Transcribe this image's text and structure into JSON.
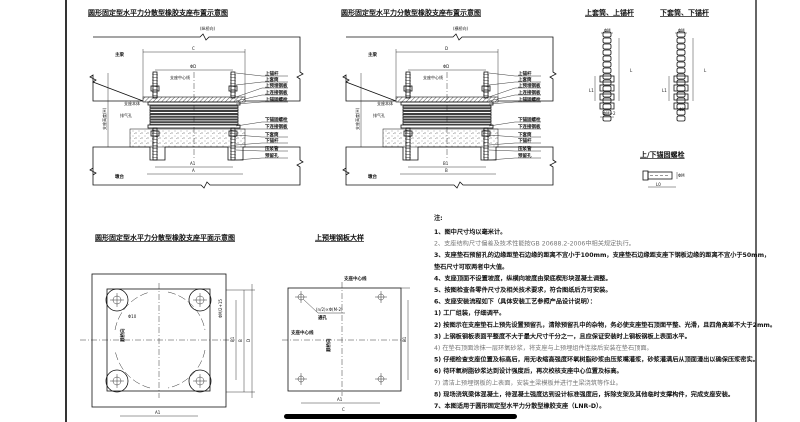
{
  "drawing": {
    "elevation_longitudinal": {
      "title": "圆形固定型水平力分散型橡胶支座布置示意图",
      "subtitle": "(纵桥向)",
      "beam_label": "主梁",
      "pier_label": "墩台",
      "dim_top": "C",
      "dim_diameter": "ΦD",
      "dim_inner": "A1",
      "dim_outer": "A",
      "centerline_label": "支座中心线",
      "body_label": "支座本体",
      "vent_label": "排气孔",
      "height_label": "支座高度(H)"
    },
    "elevation_transverse": {
      "title": "圆形固定型水平力分散型橡胶支座布置示意图",
      "subtitle": "(横桥向)",
      "beam_label": "主梁",
      "pier_label": "墩台",
      "dim_top": "D",
      "dim_diameter": "ΦD",
      "dim_inner": "B1",
      "dim_outer": "B",
      "centerline_label": "支座中心线",
      "body_label": "支座本体",
      "vent_label": "排气孔",
      "height_label": "支座高度(H)"
    },
    "part_labels": [
      "上锚杆",
      "上套筒",
      "上预埋钢板",
      "上连接钢板",
      "上锚固螺栓",
      "下锚固螺栓",
      "下连接钢板",
      "下套筒",
      "下锚杆",
      "压浆管",
      "预留孔"
    ],
    "upper_sleeve": {
      "title": "上套筒、上锚杆",
      "dim_top": "ΦM",
      "dim_len": "L1",
      "dim_total": "L",
      "dim_bottom": "ΦM+2"
    },
    "lower_sleeve": {
      "title": "下套筒、下锚杆",
      "dim_top": "ΦM",
      "dim_len": "L1",
      "dim_total": "L",
      "dim_bottom": "ΦM"
    },
    "anchor_bolt": {
      "title": "上/下锚固螺栓",
      "dim_len": "L0",
      "dim_dia": "ΦM"
    },
    "plan_view": {
      "title": "圆形固定型水平力分散型橡胶支座平面示意图",
      "axis_label": "顺桥向",
      "hole_label": "Φ10",
      "dim_offset": "ΦM/2+15",
      "dim_inner": "A1",
      "dims_right": [
        "B1",
        "B",
        "D"
      ]
    },
    "embedded_plate": {
      "title": "上预埋钢板大样",
      "centerline_top": "支座中心线",
      "centerline_left": "支座中心线",
      "axis_label": "顺桥向",
      "hole_spec": "(n/2)×Φ(M-2)",
      "hole_label": "通孔",
      "dim_inner": "A1",
      "dim_outer": "C",
      "dim_right": "B1"
    }
  },
  "notes": {
    "heading": "注:",
    "items": [
      {
        "text": "1、图中尺寸均以毫米计。",
        "gray": false
      },
      {
        "text": "2、支座结构尺寸偏差及技术性能按GB 20688.2-2006中相关规定执行。",
        "gray": true
      },
      {
        "text": "3、支座垫石预留孔的边缘距垫石边缘的距离不宜小于100mm，支座垫石边缘距支座下钢板边缘的距离不宜小于50mm，",
        "gray": false
      },
      {
        "text": "    垫石尺寸可取两者中大值。",
        "gray": false
      },
      {
        "text": "4、支座顶面不设置坡度，纵横向坡度由梁底楔形块混凝土调整。",
        "gray": false
      },
      {
        "text": "5、按图检查各零件尺寸及相关技术要求，符合图纸后方可安装。",
        "gray": false
      },
      {
        "text": "6、支座安装流程如下（具体安装工艺参照产品设计说明）：",
        "gray": false
      },
      {
        "text": "    1) 工厂组装，仔细调平。",
        "gray": false
      },
      {
        "text": "    2) 按图示在支座垫石上预先设置预留孔，清除预留孔中的杂物，务必使支座垫石顶面平整、光滑，且四角高差不大于2mm。",
        "gray": false
      },
      {
        "text": "    3) 上钢板钢板表面平整度不大于最大尺寸千分之一，且应保证安装时上钢板钢板上表面水平。",
        "gray": false
      },
      {
        "text": "    4) 在垫石顶面涂抹一层环氧砂浆，将支座与上预埋组件连接后安装在垫石顶面。",
        "gray": true
      },
      {
        "text": "    5) 仔细检查支座位置及标高后，用无收缩高强度环氧树脂砂浆由压浆嘴灌浆，砂浆灌满后从顶面漫出以确保压浆密实。",
        "gray": false
      },
      {
        "text": "    6) 待环氧树脂砂浆达到设计强度后，再次校核支座中心位置及标高。",
        "gray": false
      },
      {
        "text": "    7) 清洁上预埋钢板的上表面，安装主梁模板并进行主梁浇筑等作业。",
        "gray": true
      },
      {
        "text": "    8) 现场浇筑梁体混凝土，待混凝土强度达到设计标准强度后，拆除支架及其他临时支撑构件，完成支座安装。",
        "gray": false
      },
      {
        "text": "7、本图适用于圆形固定型水平力分散型橡胶支座（LNR-D）。",
        "gray": false
      }
    ]
  }
}
